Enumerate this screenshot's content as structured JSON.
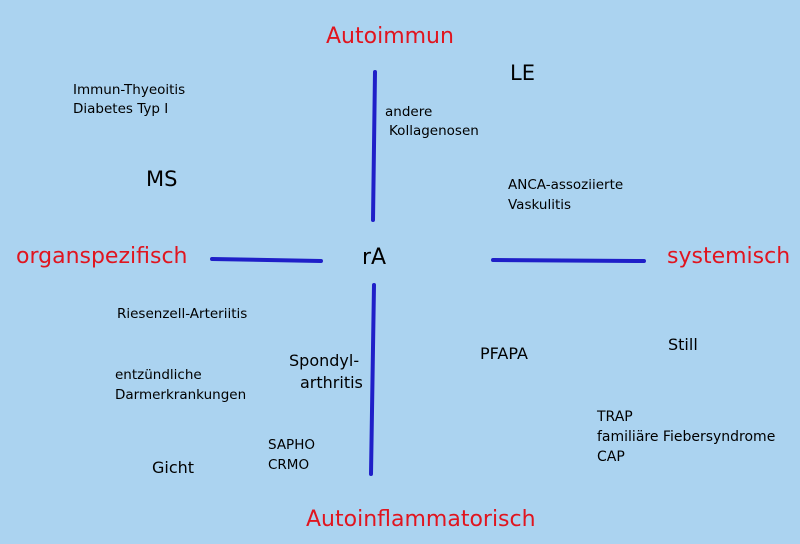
{
  "axes": {
    "top": "Autoimmun",
    "bottom": "Autoinflammatorisch",
    "left": "organspezifisch",
    "right": "systemisch",
    "center": "rA"
  },
  "items": {
    "immun_thyeoitis": "Immun-Thyeoitis",
    "diabetes": "Diabetes Typ I",
    "ms": "MS",
    "le": "LE",
    "andere": "andere",
    "kollagenosen": "Kollagenosen",
    "anca": "ANCA-assoziierte",
    "vaskulitis": "Vaskulitis",
    "riesenzell": "Riesenzell-Arteriitis",
    "entzuendliche": "entzündliche",
    "darmerkrankungen": "Darmerkrankungen",
    "gicht": "Gicht",
    "spondyl": "Spondyl-",
    "arthritis": "arthritis",
    "sapho": "SAPHO",
    "crmo": "CRMO",
    "pfapa": "PFAPA",
    "still": "Still",
    "trap": "TRAP",
    "familiaere": "familiäre Fiebersyndrome",
    "cap": "CAP"
  },
  "colors": {
    "background": "#abd3f0",
    "axis_label": "#e0151f",
    "axis_line": "#1f1fc8"
  }
}
